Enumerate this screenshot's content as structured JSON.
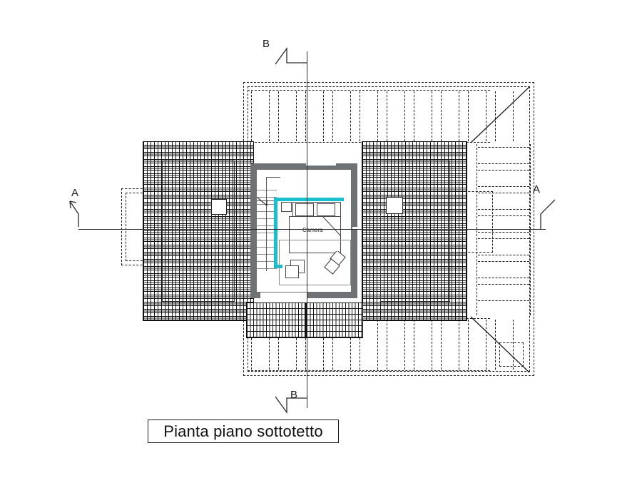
{
  "drawing": {
    "title": "Pianta piano sottotetto",
    "room_label": "Camera",
    "section_markers": {
      "top": "B",
      "bottom": "B",
      "left": "A",
      "right": "A"
    },
    "colors": {
      "wall": "#6f7275",
      "accent_cyan": "#16c0ce",
      "line": "#1a1a1a",
      "paper": "#ffffff"
    },
    "legend": {
      "hatch_masonry": "masonry-hatch",
      "hatch_brick": "brick-hatch",
      "roof_framing": "dashed-rafters"
    }
  }
}
